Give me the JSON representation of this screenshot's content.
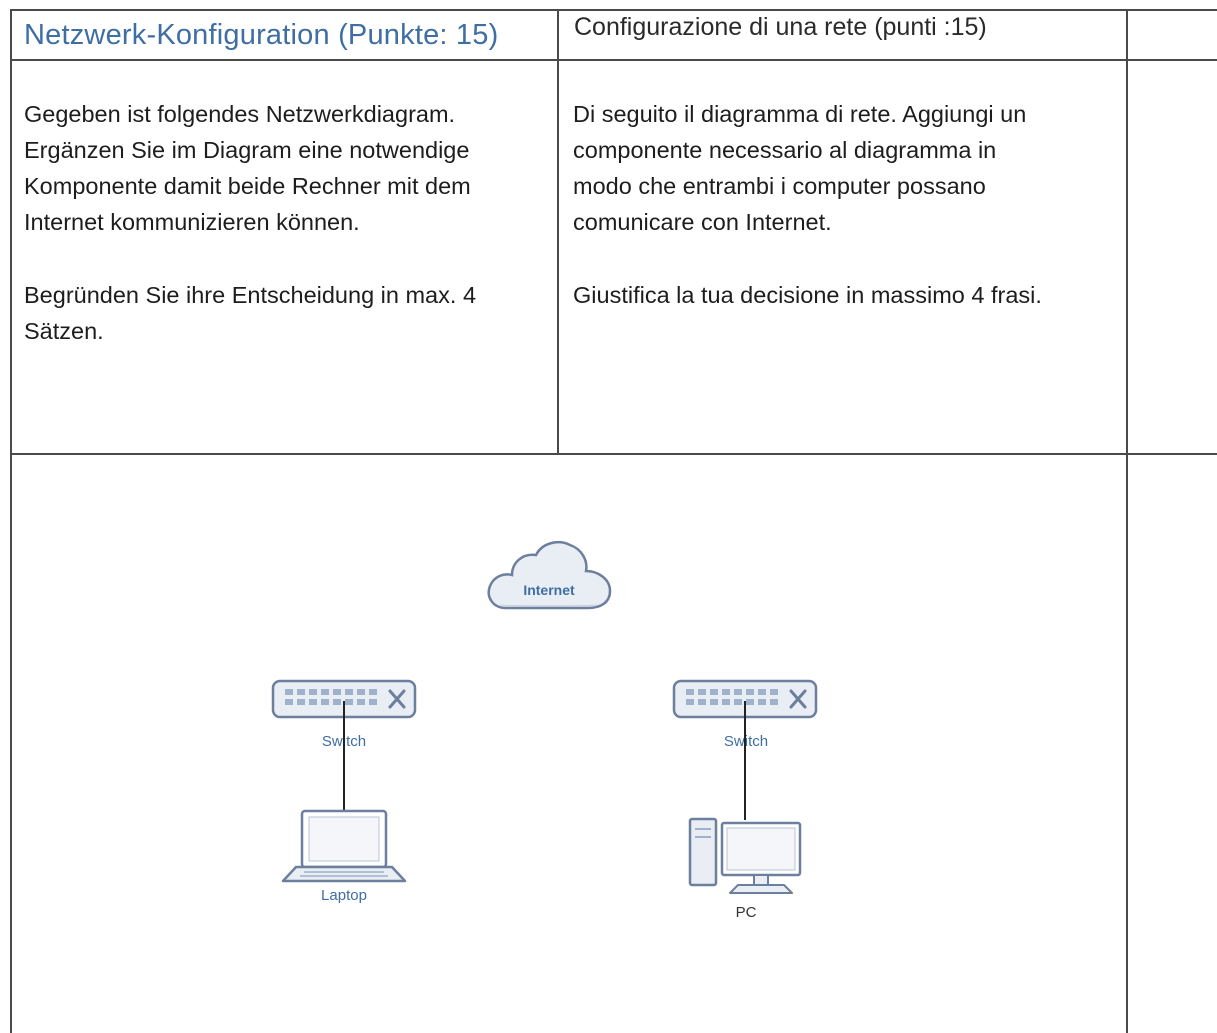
{
  "header": {
    "title_de": "Netzwerk-Konfiguration (Punkte: 15)",
    "title_it": "Configurazione di una rete (punti :15)"
  },
  "task_de": {
    "paragraph1_lines": [
      "Gegeben ist folgendes Netzwerkdiagram.",
      "Ergänzen Sie im Diagram eine notwendige",
      "Komponente damit beide Rechner mit dem",
      "Internet kommunizieren können."
    ],
    "paragraph2_lines": [
      "Begründen Sie ihre Entscheidung in max. 4",
      "Sätzen."
    ]
  },
  "task_it": {
    "paragraph1_lines": [
      "Di seguito il diagramma di rete. Aggiungi un",
      "componente necessario al diagramma in",
      "modo che entrambi i computer possano",
      "comunicare con Internet."
    ],
    "paragraph2_lines": [
      "Giustifica la tua decisione in massimo 4 frasi."
    ]
  },
  "diagram": {
    "cloud_label": "Internet",
    "switch_left_label": "Switch",
    "switch_right_label": "Switch",
    "laptop_label": "Laptop",
    "pc_label": "PC",
    "accent_color": "#3f6ea3",
    "device_fill": "#e9edf4",
    "device_stroke": "#6c7f9c"
  }
}
